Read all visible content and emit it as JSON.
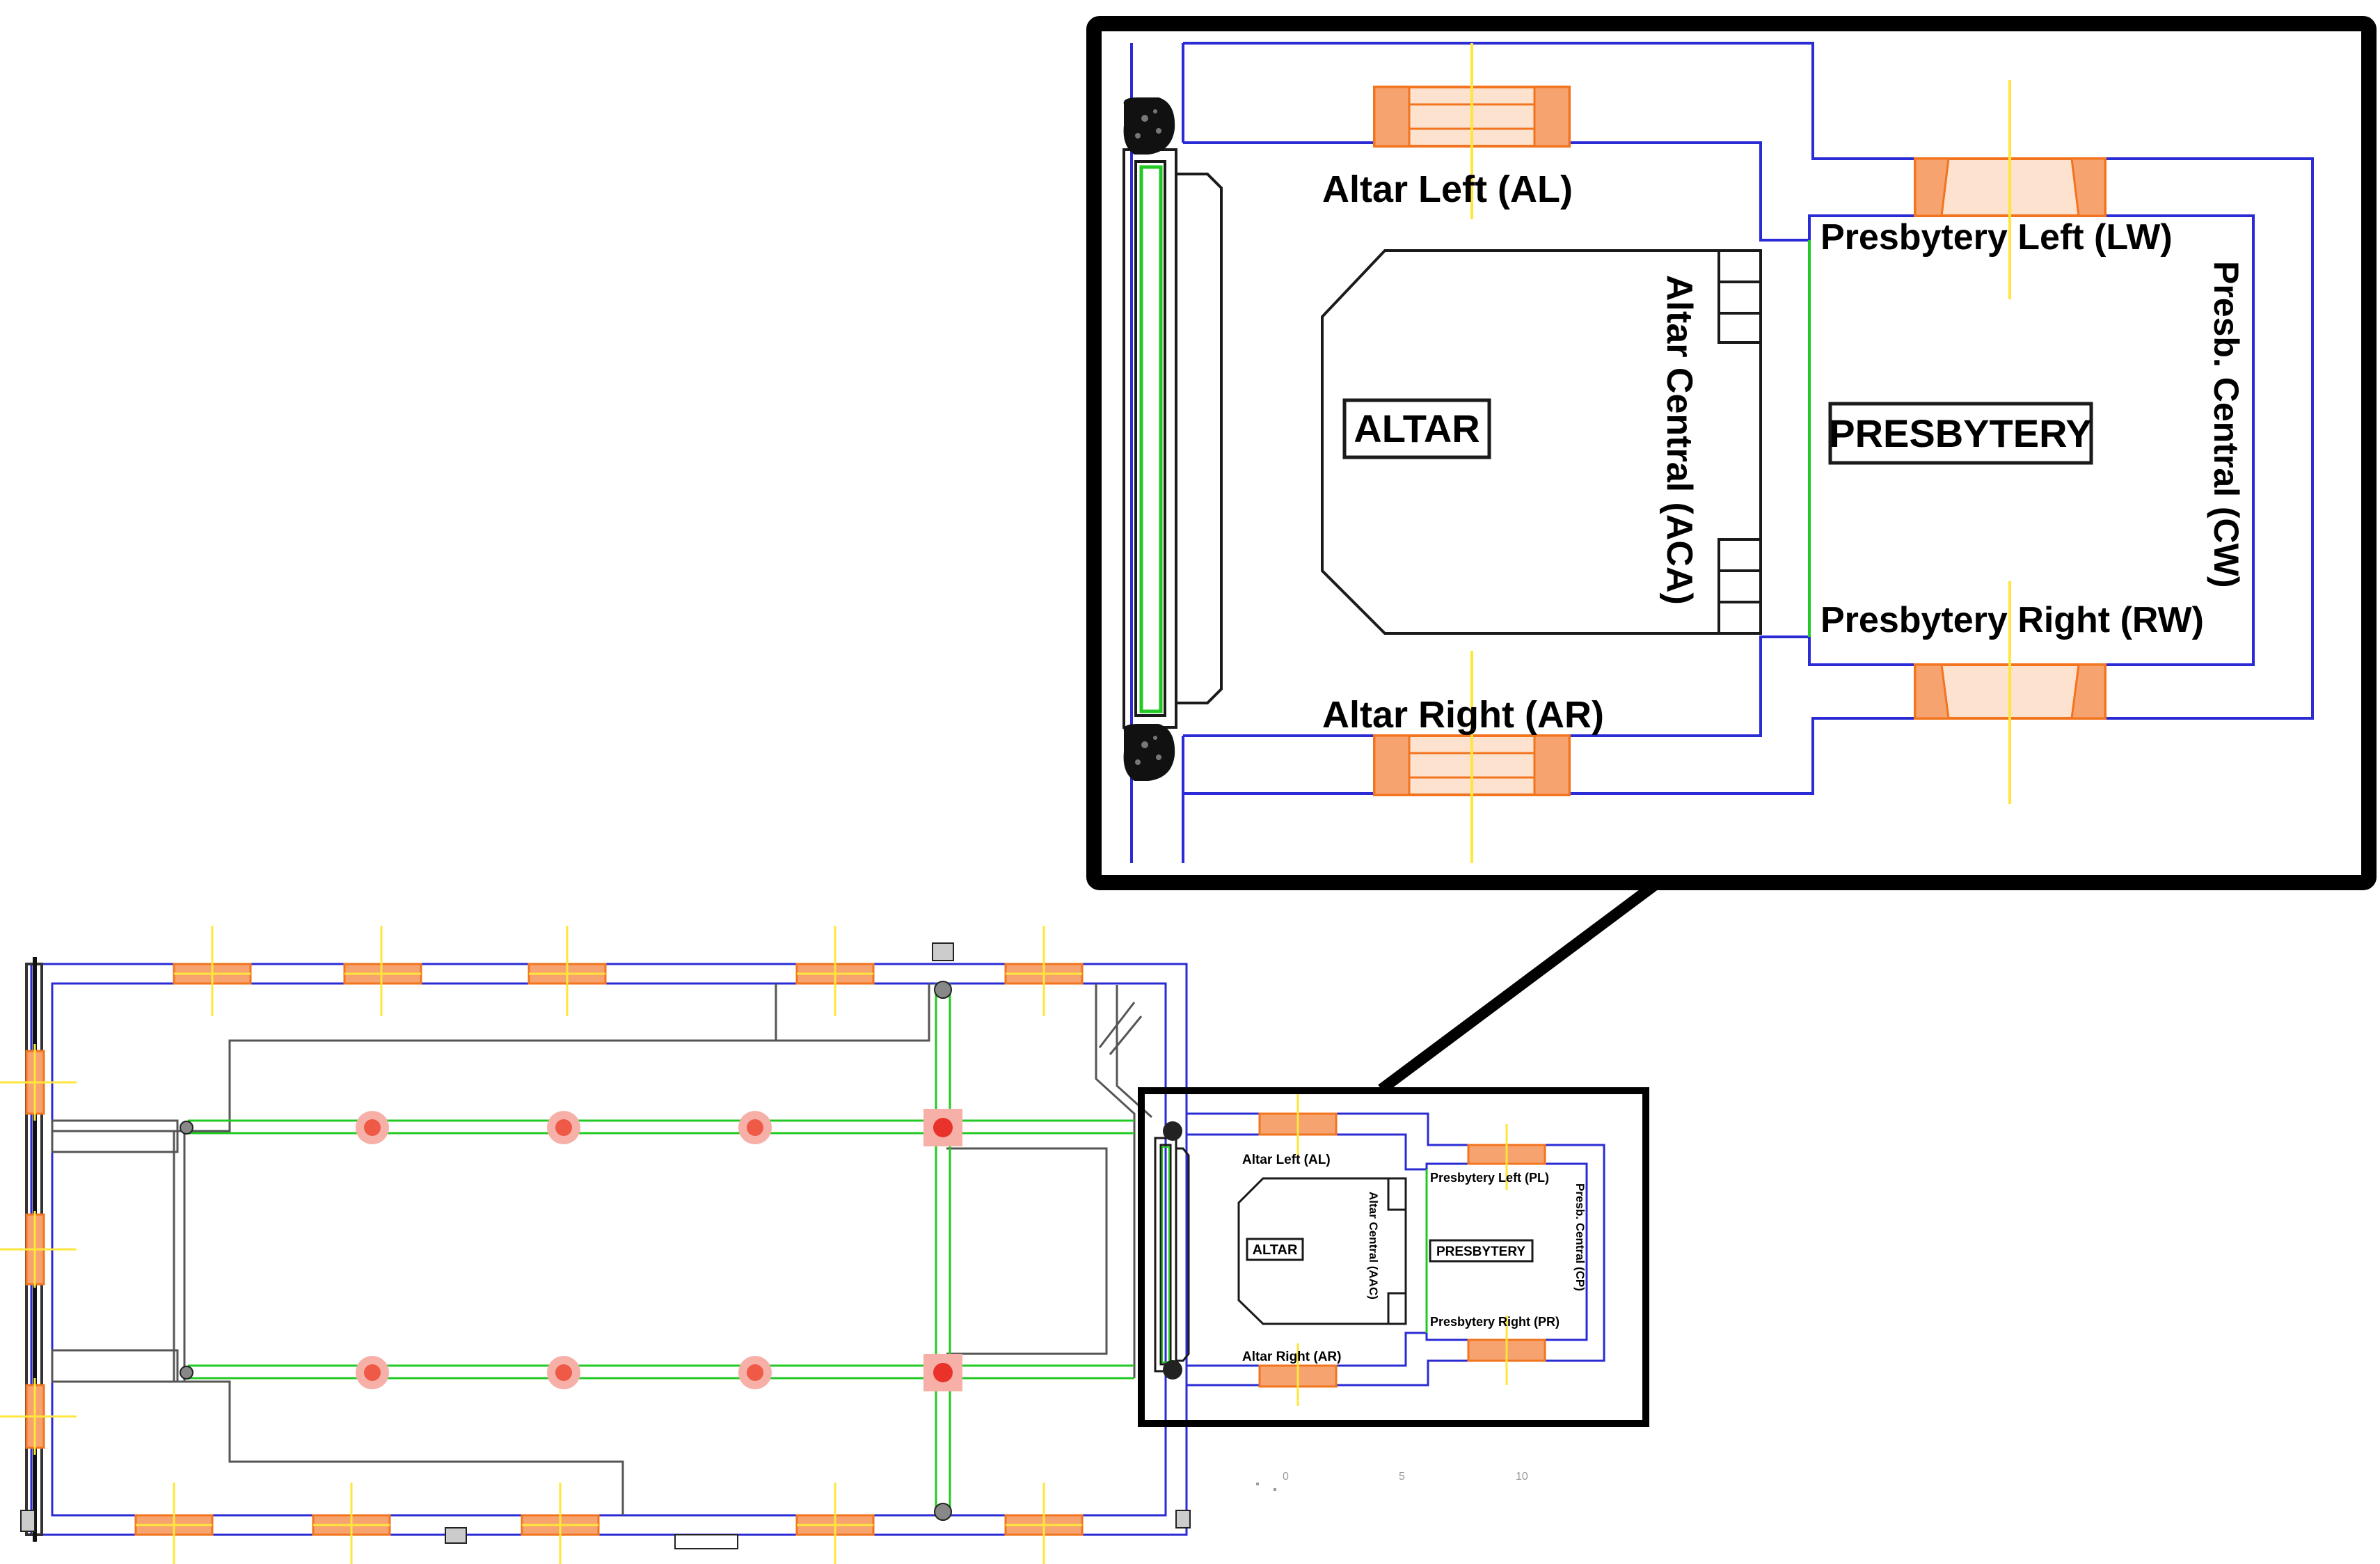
{
  "colors": {
    "wall": "#2b2bd6",
    "line": "#1a1a1a",
    "window_fill": "#f6a370",
    "window_stroke": "#f2741e",
    "axis": "#ffe63b",
    "green": "#22c922",
    "sensor_outer": "#f7b0a8",
    "sensor_inner": "#ee5a46",
    "frame": "#000000"
  },
  "detail": {
    "altar_left": "Altar Left (AL)",
    "altar_right": "Altar Right (AR)",
    "altar_central": "Altar Central (ACA)",
    "altar": "ALTAR",
    "presbytery": "PRESBYTERY",
    "presbytery_left": "Presbytery Left (LW)",
    "presbytery_right": "Presbytery Right (RW)",
    "presb_central": "Presb. Central (CW)"
  },
  "mini": {
    "altar_left": "Altar Left (AL)",
    "altar_right": "Altar Right (AR)",
    "altar_central": "Altar Central (AAC)",
    "altar": "ALTAR",
    "presbytery": "PRESBYTERY",
    "presbytery_left": "Presbytery Left (PL)",
    "presbytery_right": "Presbytery Right (PR)",
    "presb_central": "Presb. Central (CP)"
  },
  "scale": {
    "t0": "0",
    "t5": "5",
    "t10": "10"
  }
}
